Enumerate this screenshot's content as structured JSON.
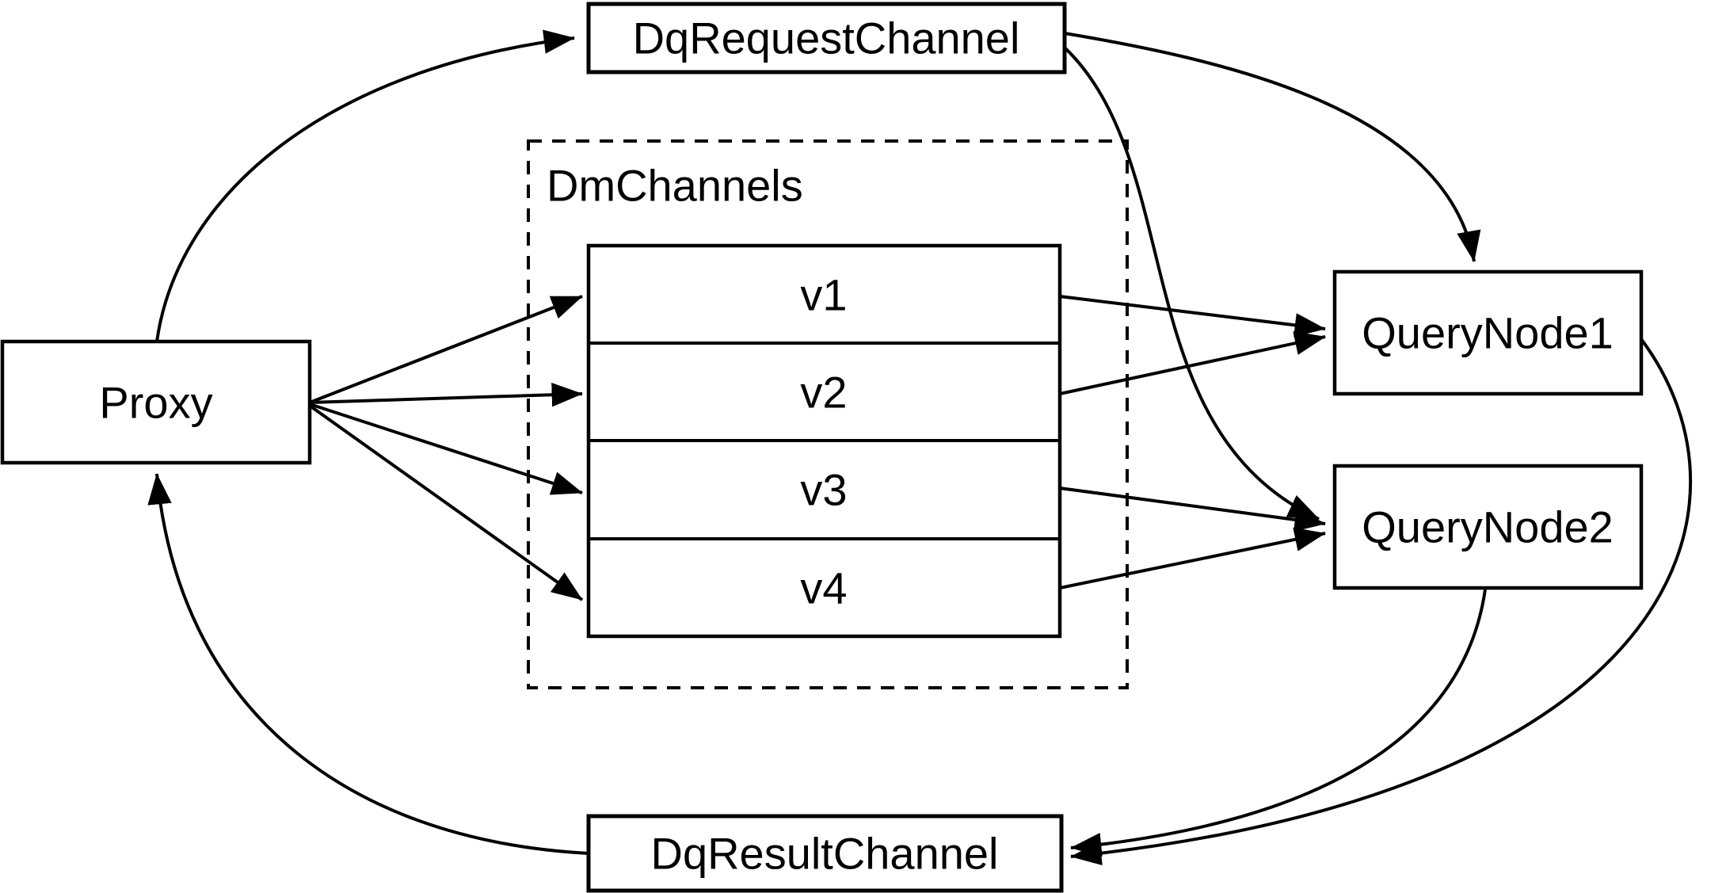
{
  "diagram": {
    "background_color": "#ffffff",
    "line_color": "#000000",
    "nodes": {
      "proxy": {
        "label": "Proxy"
      },
      "dq_request_channel": {
        "label": "DqRequestChannel"
      },
      "dm_channels_group": {
        "label": "DmChannels"
      },
      "channels": [
        {
          "label": "v1"
        },
        {
          "label": "v2"
        },
        {
          "label": "v3"
        },
        {
          "label": "v4"
        }
      ],
      "query_node1": {
        "label": "QueryNode1"
      },
      "query_node2": {
        "label": "QueryNode2"
      },
      "dq_result_channel": {
        "label": "DqResultChannel"
      }
    },
    "edges": [
      {
        "from": "Proxy",
        "to": "DqRequestChannel"
      },
      {
        "from": "Proxy",
        "to": "v1"
      },
      {
        "from": "Proxy",
        "to": "v2"
      },
      {
        "from": "Proxy",
        "to": "v3"
      },
      {
        "from": "Proxy",
        "to": "v4"
      },
      {
        "from": "v1",
        "to": "QueryNode1"
      },
      {
        "from": "v2",
        "to": "QueryNode1"
      },
      {
        "from": "v3",
        "to": "QueryNode2"
      },
      {
        "from": "v4",
        "to": "QueryNode2"
      },
      {
        "from": "DqRequestChannel",
        "to": "QueryNode1"
      },
      {
        "from": "DqRequestChannel",
        "to": "QueryNode2"
      },
      {
        "from": "QueryNode1",
        "to": "DqResultChannel"
      },
      {
        "from": "QueryNode2",
        "to": "DqResultChannel"
      },
      {
        "from": "DqResultChannel",
        "to": "Proxy"
      }
    ]
  }
}
